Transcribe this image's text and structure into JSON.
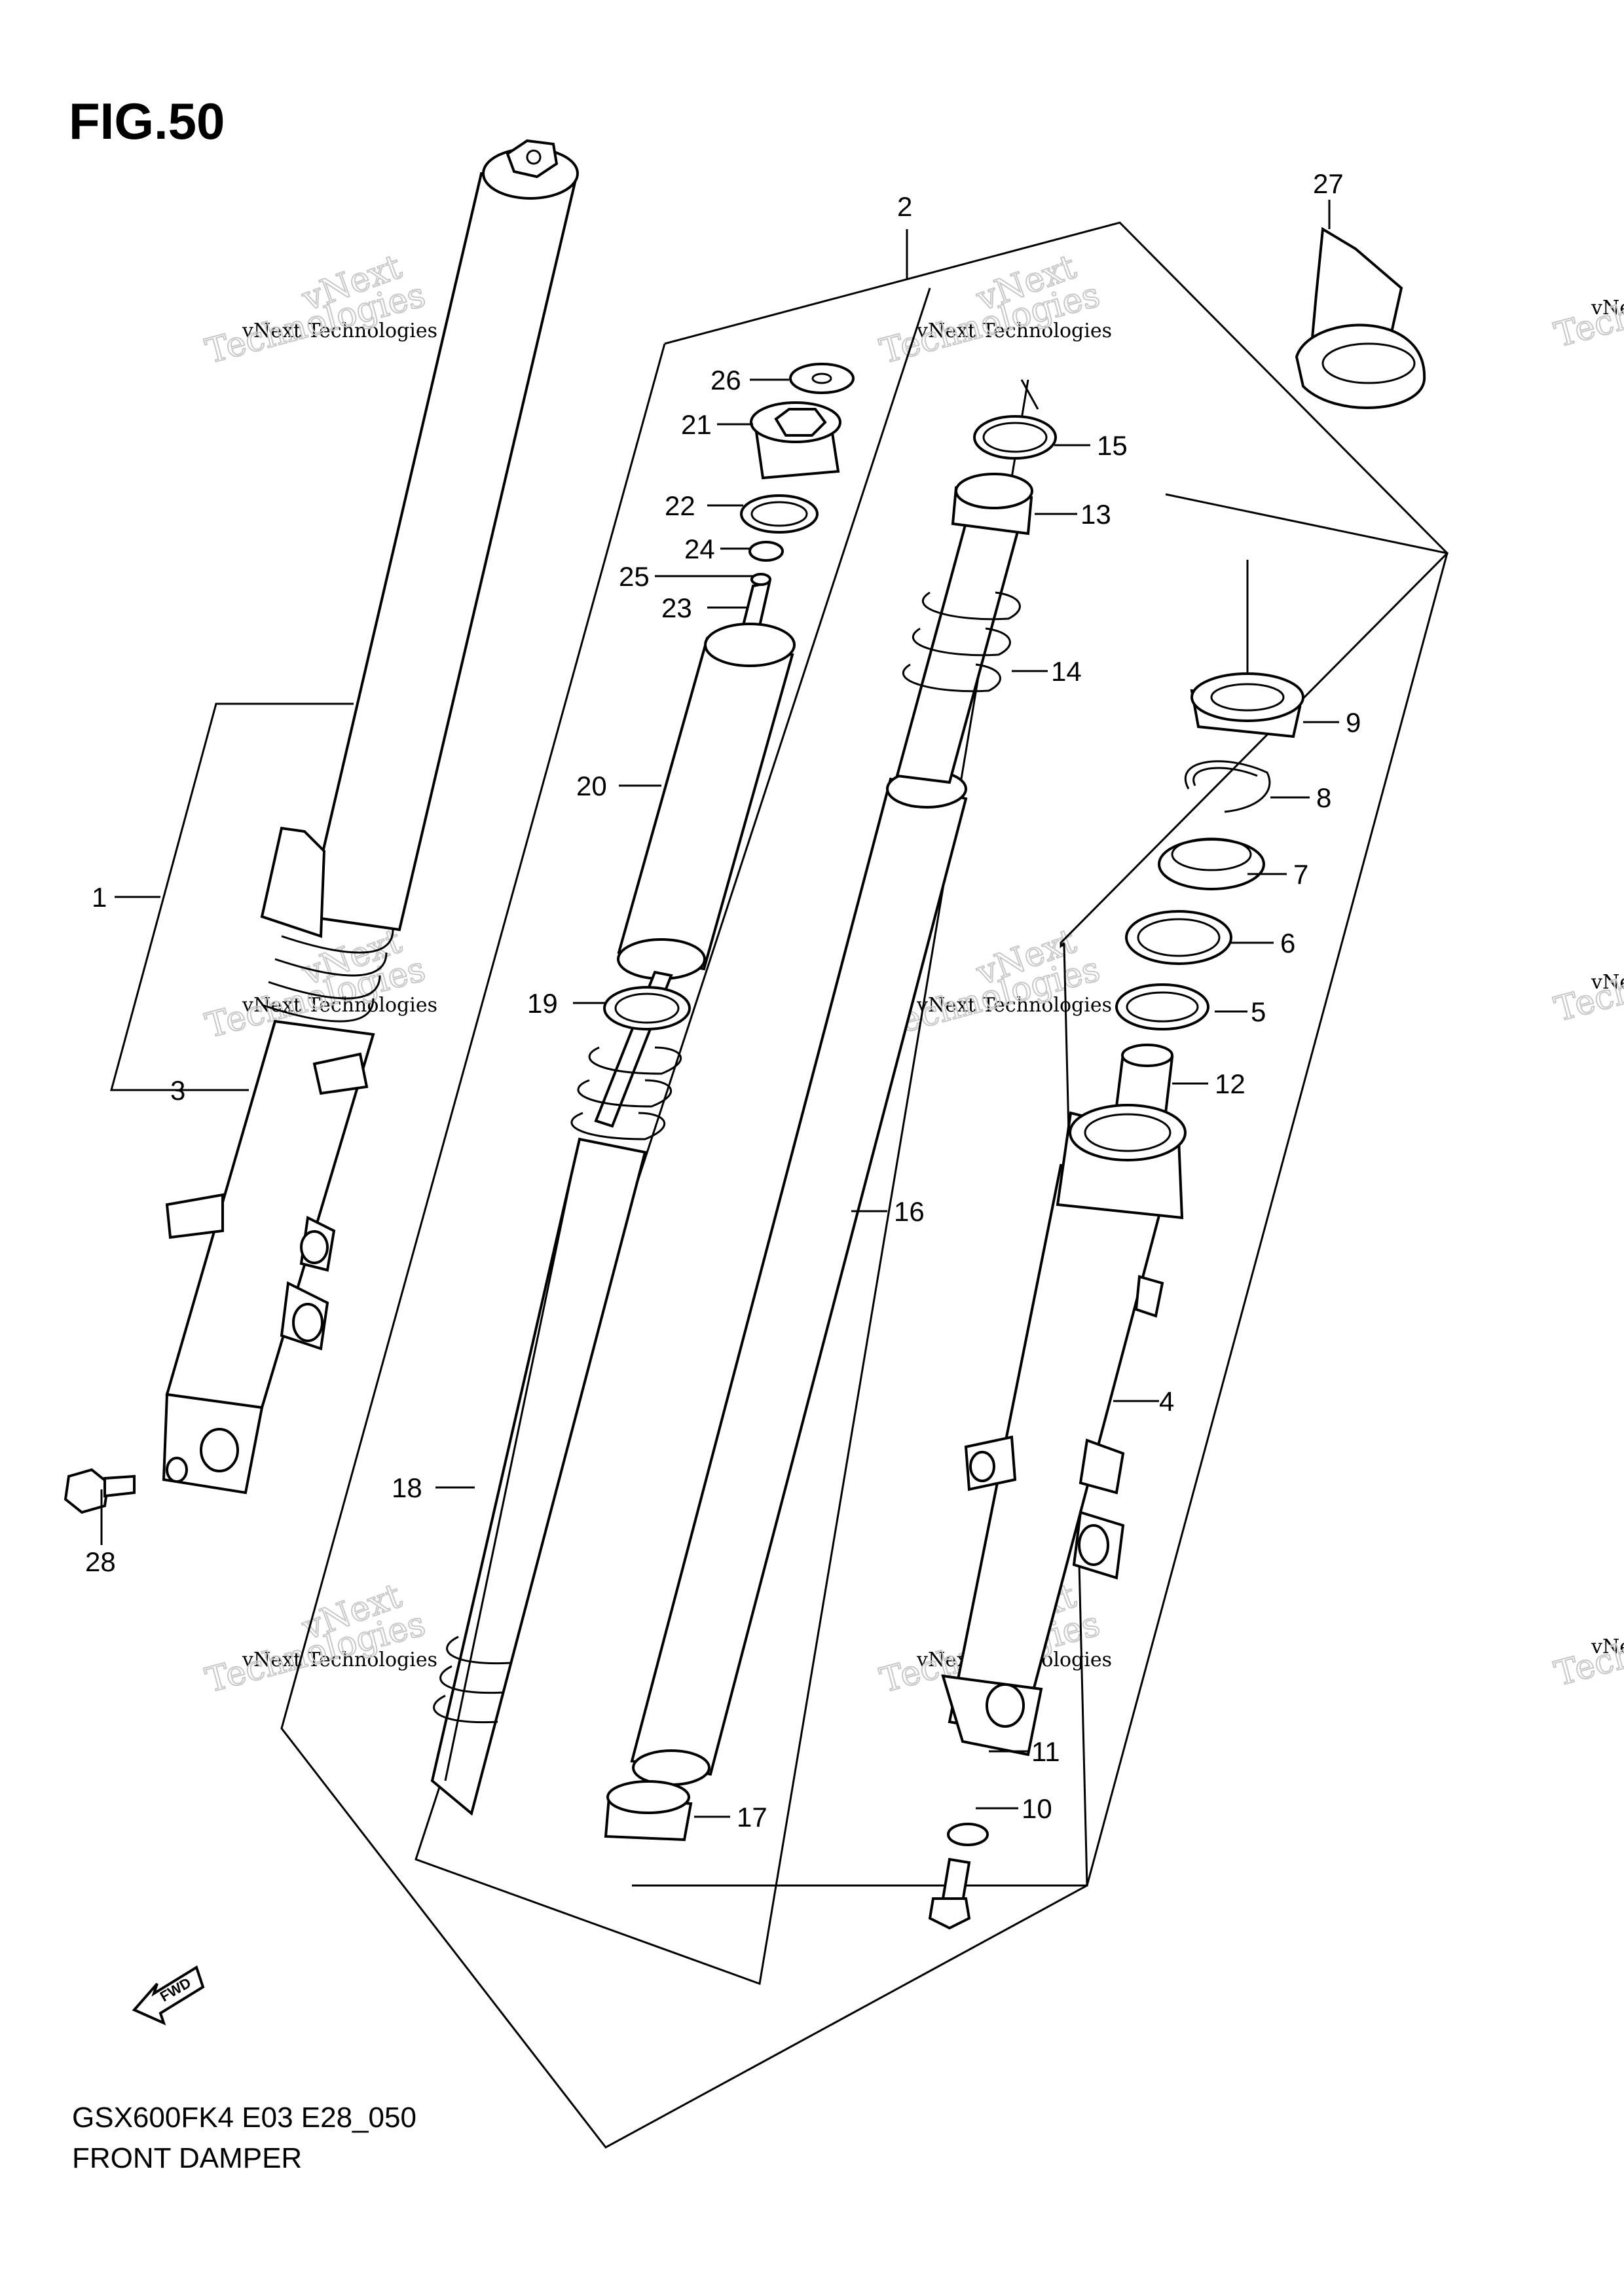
{
  "figure": {
    "title": "FIG.50",
    "model_code": "GSX600FK4 E03 E28_050",
    "caption": "FRONT DAMPER"
  },
  "watermark": {
    "line1": "vNext Technologies",
    "line2": "vNext",
    "line3": "Technologies"
  },
  "direction_mark": "FWD",
  "callouts": [
    {
      "label": "1"
    },
    {
      "label": "2"
    },
    {
      "label": "3"
    },
    {
      "label": "4"
    },
    {
      "label": "5"
    },
    {
      "label": "6"
    },
    {
      "label": "7"
    },
    {
      "label": "8"
    },
    {
      "label": "9"
    },
    {
      "label": "10"
    },
    {
      "label": "11"
    },
    {
      "label": "12"
    },
    {
      "label": "13"
    },
    {
      "label": "14"
    },
    {
      "label": "15"
    },
    {
      "label": "16"
    },
    {
      "label": "17"
    },
    {
      "label": "18"
    },
    {
      "label": "19"
    },
    {
      "label": "20"
    },
    {
      "label": "21"
    },
    {
      "label": "22"
    },
    {
      "label": "23"
    },
    {
      "label": "24"
    },
    {
      "label": "25"
    },
    {
      "label": "26"
    },
    {
      "label": "27"
    },
    {
      "label": "28"
    }
  ]
}
